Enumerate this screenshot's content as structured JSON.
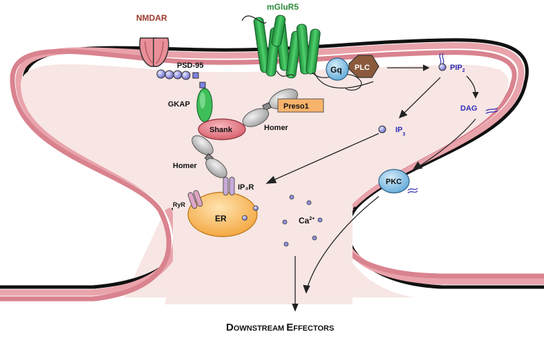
{
  "labels": {
    "nmdar": "NMDAR",
    "mglur5": "mGluR5",
    "psd95": "PSD-95",
    "gkap": "GKAP",
    "shank": "Shank",
    "homer_top": "Homer",
    "homer_bottom": "Homer",
    "preso1": "Preso1",
    "gq": "Gq",
    "plc": "PLC",
    "pip": "PIP",
    "pip_sub": "2",
    "dag": "DAG",
    "ip": "IP",
    "ip_sub": "3",
    "pkc": "PKC",
    "ip3r": "IP₃R",
    "ryr": "RyR",
    "er": "ER",
    "ca": "Ca",
    "ca_sup": "2+",
    "downstream_d": "D",
    "downstream_rest1": "OWNSTREAM ",
    "downstream_e": "E",
    "downstream_rest2": "FFECTORS"
  },
  "colors": {
    "cytoplasm": "#f7e6e4",
    "membrane_outer": "#e9a3ab",
    "membrane_inner": "#d9838f",
    "nmdar": "#e98f99",
    "nmdar_label": "#9b3a2b",
    "mglur5": "#26a143",
    "mglur5_label": "#2c8a3a",
    "psd95": "#7d83e6",
    "gkap": "#3fbf5a",
    "shank": "#e06a77",
    "homer": "#bdbdbd",
    "preso1": "#f8b36b",
    "gq": "#8cc6ea",
    "plc": "#8b5a3c",
    "pkc": "#8cc6ea",
    "er": "#f7b14f",
    "ip3r": "#c9a9d9",
    "ryr": "#e0a4c4",
    "ca_dot": "#8f90dc",
    "blue_text": "#2e2bb5"
  }
}
